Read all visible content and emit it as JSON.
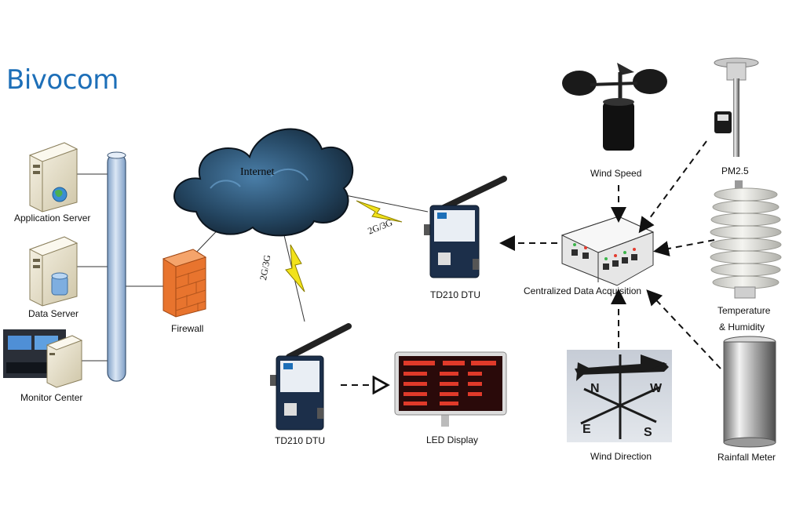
{
  "brand": {
    "logo_text": "Bivocom",
    "logo_color": "#1d6fb8"
  },
  "nodes": {
    "application_server": "Application Server",
    "data_server": "Data Server",
    "monitor_center": "Monitor Center",
    "firewall": "Firewall",
    "internet": "Internet",
    "dtu_top": "TD210 DTU",
    "dtu_bottom": "TD210 DTU",
    "led_display": "LED Display",
    "centralized": "Centralized Data Acquisition",
    "wind_speed": "Wind Speed",
    "pm25": "PM2.5",
    "temperature": "Temperature",
    "humidity": "& Humidity",
    "wind_direction": "Wind Direction",
    "rainfall": "Rainfall Meter"
  },
  "links": {
    "wireless_top": "2G/3G",
    "wireless_left": "2G/3G"
  },
  "colors": {
    "bus": "#a9c4e4",
    "firewall": "#e8742e",
    "cloud": "#1f3a55",
    "bolt": "#f2e21a",
    "dtu": "#1c2f4a"
  }
}
